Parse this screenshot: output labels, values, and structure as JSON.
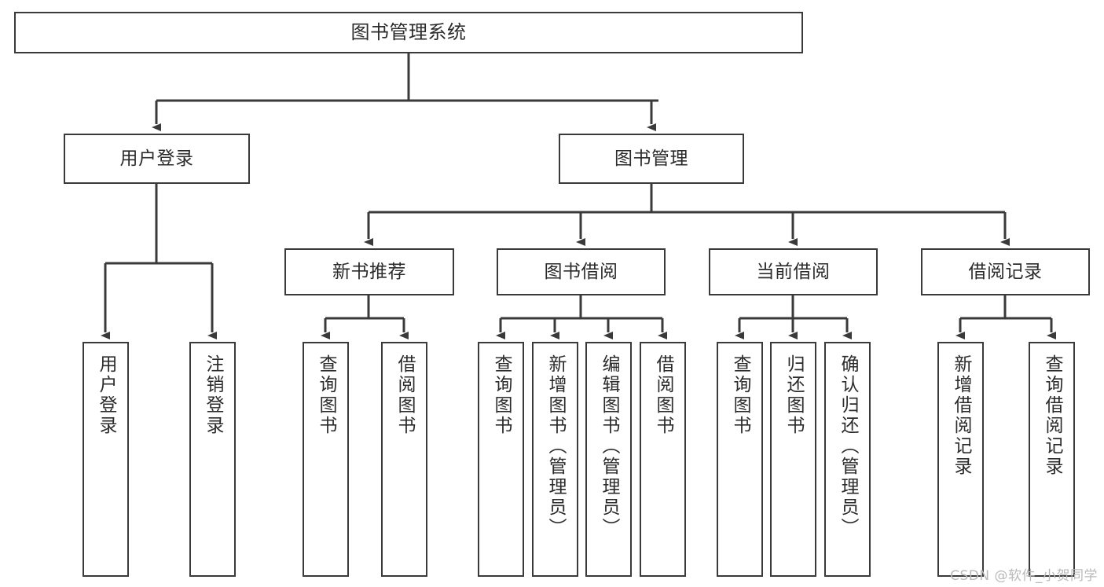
{
  "diagram": {
    "title": "图书管理系统",
    "type": "tree-hierarchy-chart",
    "watermark": "CSDN @软件_小贺同学",
    "colors": {
      "background": "#ffffff",
      "box_border": "#3a3a3a",
      "box_fill": "#ffffff",
      "text": "#2b2b2b",
      "connector": "#3a3a3a",
      "watermark": "#b9b9b9"
    }
  },
  "nodes": {
    "root": {
      "label": "图书管理系统"
    },
    "level1": [
      {
        "id": "user-login",
        "label": "用户登录"
      },
      {
        "id": "book-manage",
        "label": "图书管理"
      }
    ],
    "level2": [
      {
        "id": "new-book-recommend",
        "label": "新书推荐"
      },
      {
        "id": "book-borrow",
        "label": "图书借阅"
      },
      {
        "id": "current-borrow",
        "label": "当前借阅"
      },
      {
        "id": "borrow-record",
        "label": "借阅记录"
      }
    ],
    "leaves": {
      "user_login": [
        {
          "id": "leaf-user-login",
          "label": "用户登录"
        },
        {
          "id": "leaf-logout-login",
          "label": "注销登录"
        }
      ],
      "new_book_recommend": [
        {
          "id": "leaf-query-book-1",
          "label": "查询图书"
        },
        {
          "id": "leaf-borrow-book-1",
          "label": "借阅图书"
        }
      ],
      "book_borrow": [
        {
          "id": "leaf-query-book-2",
          "label": "查询图书"
        },
        {
          "id": "leaf-add-book",
          "label": "新增图书（管理员）"
        },
        {
          "id": "leaf-edit-book",
          "label": "编辑图书（管理员）"
        },
        {
          "id": "leaf-borrow-book-2",
          "label": "借阅图书"
        }
      ],
      "current_borrow": [
        {
          "id": "leaf-query-book-3",
          "label": "查询图书"
        },
        {
          "id": "leaf-return-book",
          "label": "归还图书"
        },
        {
          "id": "leaf-confirm-return",
          "label": "确认归还（管理员）"
        }
      ],
      "borrow_record": [
        {
          "id": "leaf-add-record",
          "label": "新增借阅记录"
        },
        {
          "id": "leaf-query-record",
          "label": "查询借阅记录"
        }
      ]
    }
  },
  "chart_data": {
    "type": "table",
    "title": "图书管理系统 功能结构图",
    "hierarchy": [
      {
        "name": "图书管理系统",
        "children": [
          {
            "name": "用户登录",
            "children": [
              {
                "name": "用户登录"
              },
              {
                "name": "注销登录"
              }
            ]
          },
          {
            "name": "图书管理",
            "children": [
              {
                "name": "新书推荐",
                "children": [
                  {
                    "name": "查询图书"
                  },
                  {
                    "name": "借阅图书"
                  }
                ]
              },
              {
                "name": "图书借阅",
                "children": [
                  {
                    "name": "查询图书"
                  },
                  {
                    "name": "新增图书（管理员）"
                  },
                  {
                    "name": "编辑图书（管理员）"
                  },
                  {
                    "name": "借阅图书"
                  }
                ]
              },
              {
                "name": "当前借阅",
                "children": [
                  {
                    "name": "查询图书"
                  },
                  {
                    "name": "归还图书"
                  },
                  {
                    "name": "确认归还（管理员）"
                  }
                ]
              },
              {
                "name": "借阅记录",
                "children": [
                  {
                    "name": "新增借阅记录"
                  },
                  {
                    "name": "查询借阅记录"
                  }
                ]
              }
            ]
          }
        ]
      }
    ]
  }
}
